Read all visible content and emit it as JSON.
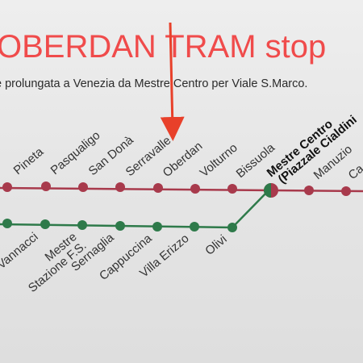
{
  "overlay_title": "OBERDAN TRAM stop",
  "caption": "e prolungata a Venezia da Mestre Centro per Viale S.Marco.",
  "colors": {
    "red_line": "#a83a4c",
    "green_line": "#2e7a4a",
    "arrow": "#e8402a",
    "overlay_text": "#f04b4b"
  },
  "red_line": {
    "stops": [
      {
        "label": "Pineta"
      },
      {
        "label": "Pasqualigo"
      },
      {
        "label": "San Donà"
      },
      {
        "label": "Serravalle"
      },
      {
        "label": "Oberdan"
      },
      {
        "label": "Volturno"
      },
      {
        "label": "Bissuola"
      },
      {
        "label": "Mestre Centro"
      },
      {
        "label": "Manuzio"
      },
      {
        "label": "Ca"
      }
    ],
    "interchange_subtitle": "(Piazzale Cialdini"
  },
  "green_line": {
    "stops": [
      {
        "label": "Vannacci"
      },
      {
        "label": "Mestre"
      },
      {
        "label": "Sernaglia"
      },
      {
        "label": "Cappuccina"
      },
      {
        "label": "Villa Erizzo"
      },
      {
        "label": "Olivi"
      }
    ],
    "mestre_station_second_line": "Stazione F.S."
  },
  "highlighted_stop": "Oberdan"
}
